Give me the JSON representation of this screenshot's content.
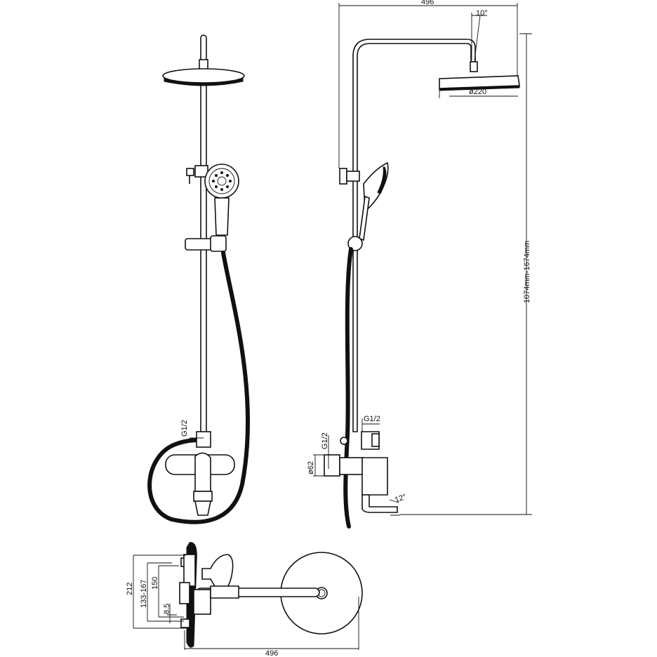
{
  "dimensions": {
    "side_width": "496",
    "head_tilt": "10°",
    "head_diameter": "ø220",
    "height_range": "1074mm-1674mm",
    "thread_front": "G1/2",
    "thread_side_top": "G1/2",
    "thread_side_inlet": "G1/2",
    "escutcheon_diameter": "ø62",
    "spout_angle": "12°",
    "top_depth": "212",
    "centers_range": "133-167",
    "centers_nominal": "150",
    "offset": "8.5",
    "top_width": "496"
  },
  "colors": {
    "line": "#111111",
    "background": "#ffffff"
  }
}
